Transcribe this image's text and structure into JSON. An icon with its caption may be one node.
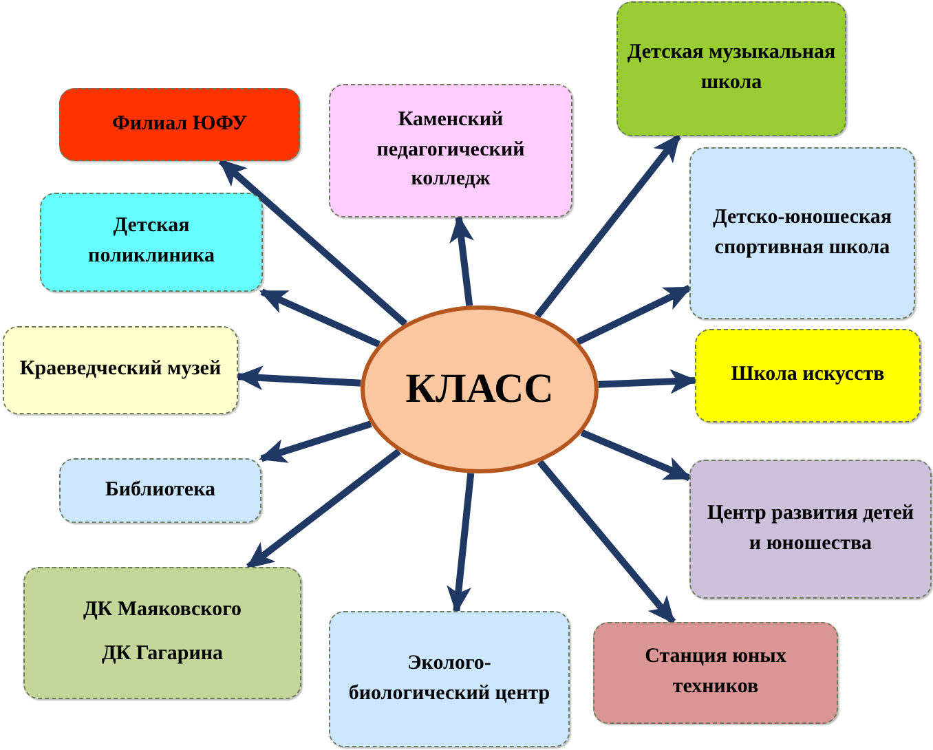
{
  "diagram": {
    "nodes": [
      {
        "text": [
          "КЛАСС"
        ]
      },
      {
        "text": [
          "Филиал ЮФУ"
        ]
      },
      {
        "text": [
          "Каменский педагогический колледж"
        ]
      },
      {
        "text": [
          "Детская музыкальная школа"
        ]
      },
      {
        "text": [
          "Детская поликлиника"
        ]
      },
      {
        "text": [
          "Детско-юношеская спортивная школа"
        ]
      },
      {
        "text": [
          "Краеведческий музей"
        ]
      },
      {
        "text": [
          "Школа искусств"
        ]
      },
      {
        "text": [
          "Библиотека"
        ]
      },
      {
        "text": [
          "Центр развития детей и юношества"
        ]
      },
      {
        "text": [
          "ДК Маяковского",
          "ДК Гагарина"
        ]
      },
      {
        "text": [
          "Эколого-биологический центр"
        ]
      },
      {
        "text": [
          "Станция юных техников"
        ]
      }
    ],
    "edges": [
      {
        "from": 0,
        "to": 1,
        "arrow": "to"
      },
      {
        "from": 0,
        "to": 2,
        "arrow": "to"
      },
      {
        "from": 0,
        "to": 3,
        "arrow": "to"
      },
      {
        "from": 0,
        "to": 4,
        "arrow": "to"
      },
      {
        "from": 0,
        "to": 5,
        "arrow": "to"
      },
      {
        "from": 0,
        "to": 6,
        "arrow": "to"
      },
      {
        "from": 0,
        "to": 7,
        "arrow": "to"
      },
      {
        "from": 0,
        "to": 8,
        "arrow": "to"
      },
      {
        "from": 0,
        "to": 9,
        "arrow": "to"
      },
      {
        "from": 0,
        "to": 10,
        "arrow": "to"
      },
      {
        "from": 0,
        "to": 11,
        "arrow": "to"
      },
      {
        "from": 0,
        "to": 12,
        "arrow": "to"
      }
    ]
  }
}
